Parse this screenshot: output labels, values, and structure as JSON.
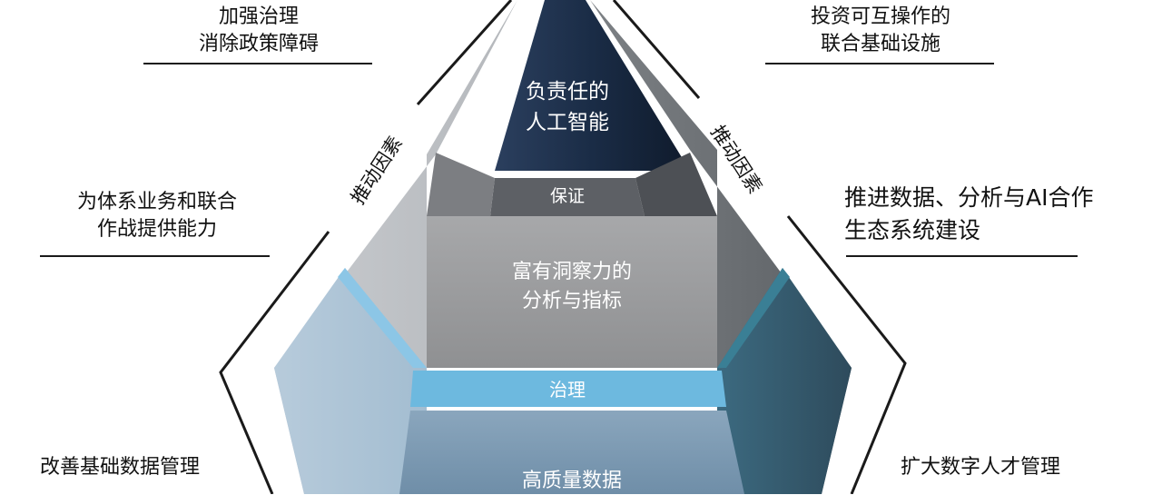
{
  "annotations": {
    "top_left": [
      "加强治理",
      "消除政策障碍"
    ],
    "top_right": [
      "投资可互操作的",
      "联合基础设施"
    ],
    "mid_left": [
      "为体系业务和联合",
      "作战提供能力"
    ],
    "mid_right": [
      "推进数据、分析与AI合作",
      "生态系统建设"
    ],
    "bottom_left": "改善基础数据管理",
    "bottom_right": "扩大数字人才管理"
  },
  "drivers": {
    "left": "推动因素",
    "right": "推动因素"
  },
  "pyramid": {
    "apex": [
      "负责任的",
      "人工智能"
    ],
    "band_top": "保证",
    "middle": [
      "富有洞察力的",
      "分析与指标"
    ],
    "band_mid": "治理",
    "base": "高质量数据"
  },
  "colors": {
    "apex": "#1d2f4a",
    "band_top": "#5e6166",
    "middle": "#9a9b9d",
    "band_mid": "#6fb8dc",
    "base": "#7e9bb3"
  }
}
